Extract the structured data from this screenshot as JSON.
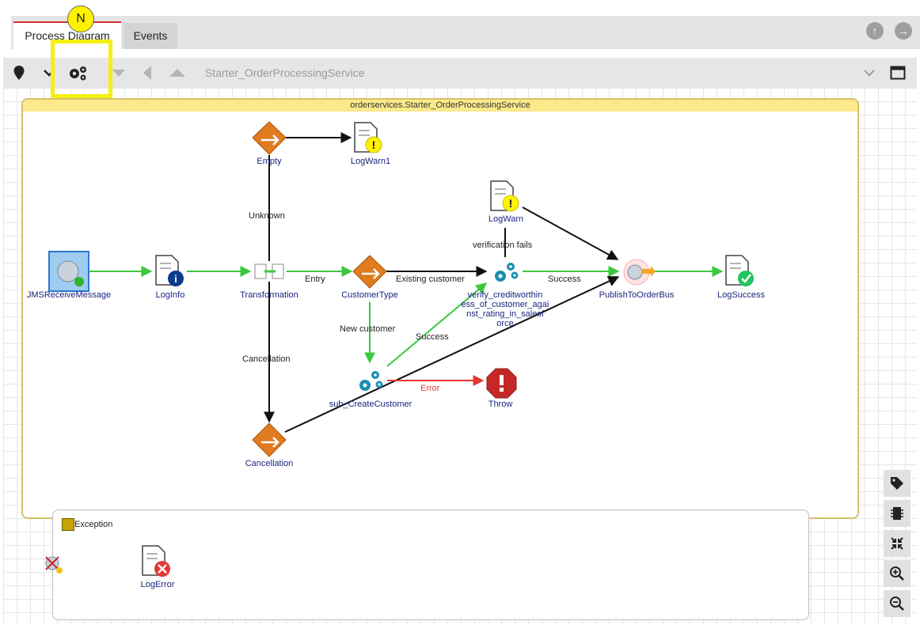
{
  "tabs": [
    {
      "label": "Process Diagram",
      "active": true
    },
    {
      "label": "Events",
      "active": false
    }
  ],
  "toolbar": {
    "breadcrumb": "Starter_OrderProcessingService"
  },
  "process": {
    "title": "orderservices.Starter_OrderProcessingService"
  },
  "nodes": {
    "jms": "JMSReceiveMessage",
    "loginfo": "LogInfo",
    "transformation": "Transformation",
    "customertype": "CustomerType",
    "verify": [
      "verify_creditworthin",
      "ess_of_customer_agai",
      "nst_rating_in_salesf",
      "orce"
    ],
    "publish": "PublishToOrderBus",
    "logsuccess": "LogSuccess",
    "empty": "Empty",
    "logwarn1": "LogWarn1",
    "logwarn": "LogWarn",
    "subcreate": "sub_CreateCustomer",
    "throw": "Throw",
    "cancellation": "Cancellation"
  },
  "edges": {
    "unknown": "Unknown",
    "entry": "Entry",
    "existing": "Existing customer",
    "verification_fails": "verification fails",
    "success_top": "Success",
    "new_customer": "New customer",
    "success_diag": "Success",
    "cancellation": "Cancellation",
    "error": "Error"
  },
  "exception": {
    "title": "Exception",
    "logerror": "LogError"
  },
  "annotation": {
    "badge": "N"
  },
  "colors": {
    "success_edge": "#3cc83c",
    "error_edge": "#e53935",
    "accent_tab": "#d32f2f",
    "highlight": "#f5f011"
  }
}
